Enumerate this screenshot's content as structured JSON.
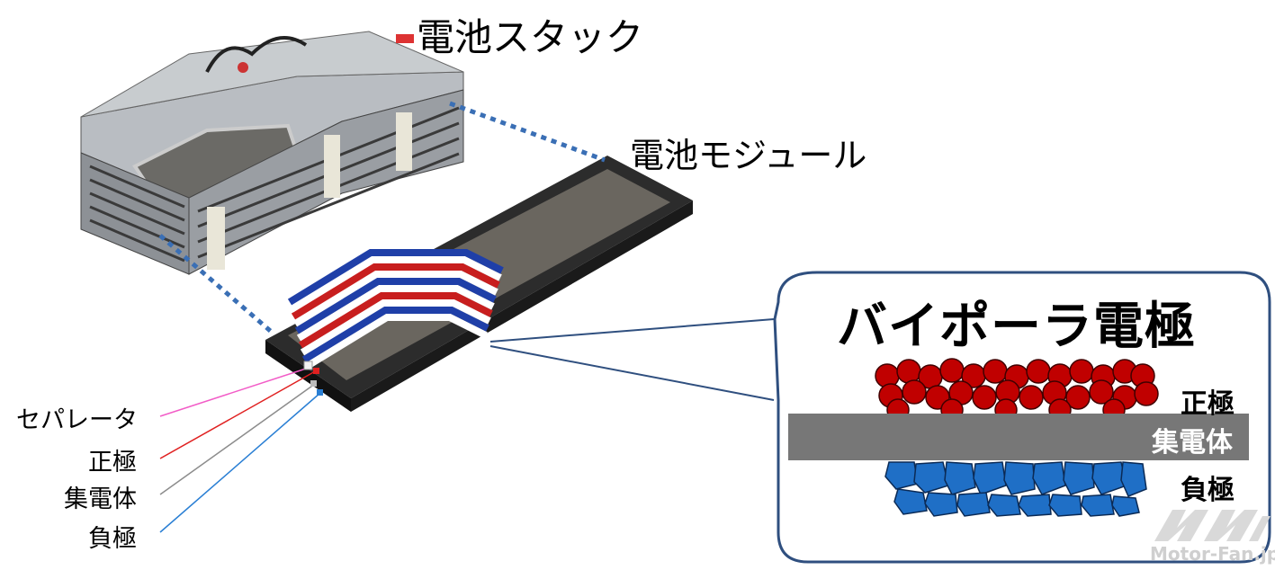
{
  "labels": {
    "battery_stack": "電池スタック",
    "battery_module": "電池モジュール",
    "callout_title": "バイポーラ電極"
  },
  "legend": {
    "separator": "セパレータ",
    "positive_electrode": "正極",
    "current_collector": "集電体",
    "negative_electrode": "負極"
  },
  "callout_layers": {
    "positive": "正極",
    "collector": "集電体",
    "negative": "負極"
  },
  "watermark": {
    "text": "Motor-Fan.jp"
  },
  "colors": {
    "separator_line": "#f25cc7",
    "positive_line": "#e02020",
    "collector_line": "#8c8c8c",
    "negative_line": "#2a7fd4",
    "dotted_connector": "#3a6fb5",
    "callout_border": "#2f4f7f",
    "positive_particles": "#c00000",
    "negative_particles": "#1f6fc6",
    "collector_bar": "#777777"
  },
  "icons": [
    "battery-stack-photo-icon",
    "battery-module-photo-icon",
    "motor-fan-logo-icon"
  ]
}
